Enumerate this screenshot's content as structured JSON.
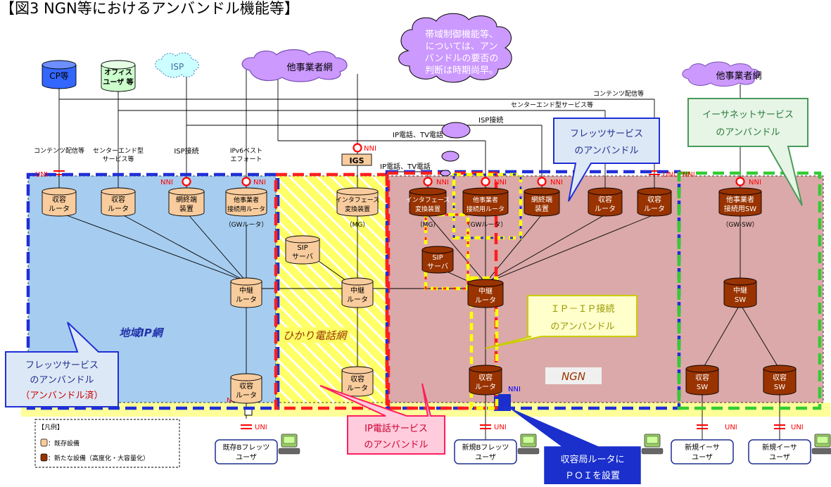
{
  "title": "【図3 NGN等におけるアンバンドル機能等】",
  "top": {
    "cp": "CP等",
    "office": [
      "オフィス",
      "ユーザ 等"
    ],
    "isp": "ISP",
    "other_carrier": "他事業者網",
    "other_carrier_right": "他事業者網",
    "note": [
      "帯域制御機能等、",
      "については、アン",
      "バンドルの要否の",
      "判断は時期尚早。"
    ]
  },
  "service_lines": {
    "content_right": "コンテンツ配信等",
    "center_end_right": "センターエンド型サービス等",
    "isp_right": "ISP接続",
    "ip_phone_top": "IP電話、TV電話",
    "ip_phone_mid": "IP電話、TV電話"
  },
  "left_labels": {
    "content": "コンテンツ配信等",
    "center_end": [
      "センターエンド型",
      "サービス等"
    ],
    "isp": "ISP接続",
    "ipv6": [
      "IPv6ベスト",
      "エフォート"
    ]
  },
  "interfaces": {
    "uni": "UNI",
    "nni": "NNI",
    "uni_nni": "UNI／NNI"
  },
  "igs": "IGS",
  "networks": {
    "regional": "地域IP網",
    "hikari": "ひかり電話網",
    "ngn": "NGN"
  },
  "devices": {
    "accommodation_router": [
      "収容",
      "ルータ"
    ],
    "network_terminal": [
      "網終端",
      "装置"
    ],
    "other_carrier_router": [
      "他事業者",
      "接続用ルータ"
    ],
    "gw_router": "（GWルータ）",
    "interface_converter": [
      "インタフェース",
      "変換装置"
    ],
    "mg": "（MG）",
    "sip_server": [
      "SIP",
      "サーバ"
    ],
    "relay_router": [
      "中継",
      "ルータ"
    ],
    "other_carrier_sw": [
      "他事業者",
      "接続用SW"
    ],
    "gw_sw": "（GW-SW）",
    "relay_sw": [
      "中継",
      "SW"
    ],
    "accommodation_sw": [
      "収容",
      "SW"
    ]
  },
  "users": {
    "existing_b": [
      "既存Bフレッツ",
      "ユーザ"
    ],
    "new_b": [
      "新規Bフレッツ",
      "ユーザ"
    ],
    "new_ether_1": [
      "新規イーサ",
      "ユーザ"
    ],
    "new_ether_2": [
      "新規イーサ",
      "ユーザ"
    ]
  },
  "callouts": {
    "flets_left": [
      "フレッツサービス",
      "のアンバンドル"
    ],
    "flets_left_done": "（アンバンドル済）",
    "flets_ngn": [
      "フレッツサービス",
      "のアンバンドル"
    ],
    "ethernet": [
      "イーサネットサービス",
      "のアンバンドル"
    ],
    "ip_ip": [
      "ＩＰ－ＩＰ接続",
      "のアンバンドル"
    ],
    "ip_phone": [
      "IP電話サービス",
      "のアンバンドル"
    ],
    "poi": [
      "収容局ルータに",
      "ＰＯＩを設置"
    ]
  },
  "legend": {
    "title": "【凡例】",
    "existing": "：既存設備",
    "new": "：新たな設備（高度化・大容量化）"
  },
  "colors": {
    "existing_device": "#f9cc9d",
    "new_device": "#993300",
    "regional_bg": "#a6cdf0",
    "hikari_bg": "#ffff66",
    "ngn_bg": "#d9a6a6",
    "blue_dash": "#1f2fd6",
    "red_dash": "#ff1f1f",
    "green_dash": "#33cc33",
    "yellow_dash": "#ffff00",
    "cloud": "#cc99ff",
    "isp_cloud": "#ccffff"
  }
}
